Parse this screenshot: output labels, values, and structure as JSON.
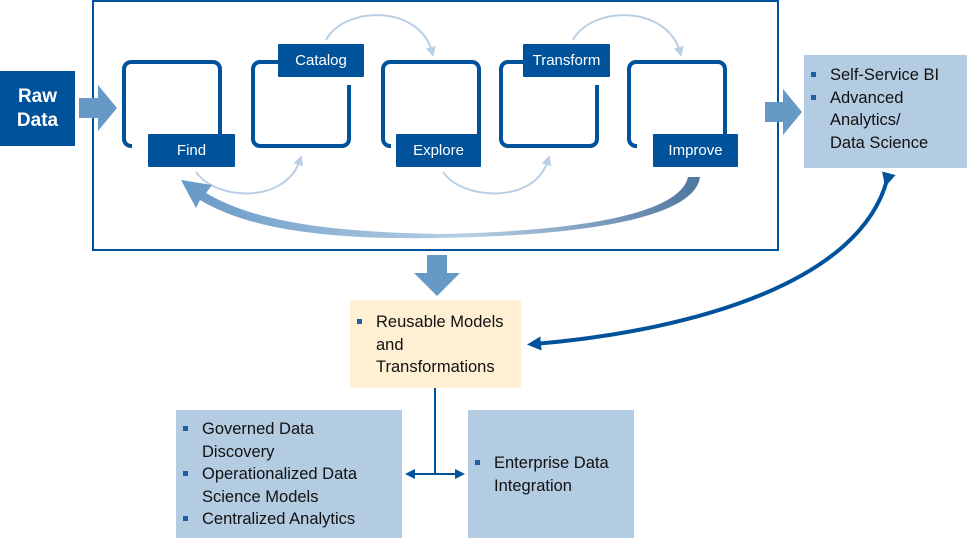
{
  "input": {
    "label_line1": "Raw",
    "label_line2": "Data"
  },
  "cycle": {
    "stages": [
      {
        "label": "Find"
      },
      {
        "label": "Catalog"
      },
      {
        "label": "Explore"
      },
      {
        "label": "Transform"
      },
      {
        "label": "Improve"
      }
    ]
  },
  "outputs": {
    "consumers": {
      "items": [
        "Self-Service BI",
        "Advanced Analytics/ Data Science"
      ]
    },
    "reusable": {
      "items": [
        "Reusable Models and Transformations"
      ]
    },
    "governed": {
      "items": [
        "Governed Data Discovery",
        "Operationalized Data Science Models",
        "Centralized Analytics"
      ]
    },
    "enterprise": {
      "items": [
        "Enterprise Data Integration"
      ]
    }
  },
  "colors": {
    "primary": "#00529b",
    "arrow_block": "#6699c6",
    "arrow_light": "#b8cfe4",
    "box_blue": "#b4cce2",
    "box_peach": "#fff0d4"
  }
}
